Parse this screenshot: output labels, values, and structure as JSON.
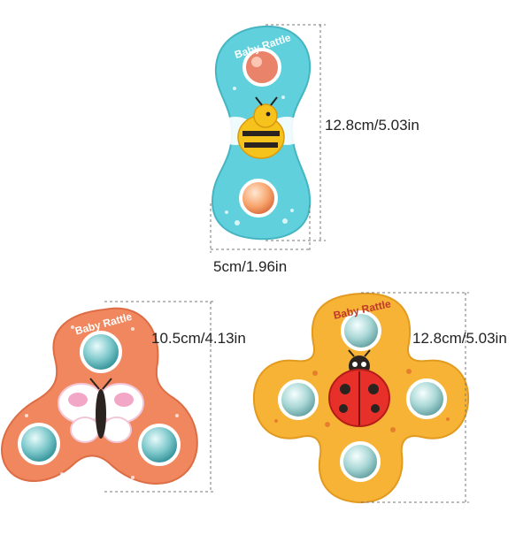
{
  "products": [
    {
      "id": "bee-spinner",
      "toy_text": "Baby Rattle",
      "height_label": "12.8cm/5.03in",
      "width_label": "5cm/1.96in",
      "body_color": "#5fd0dc",
      "character": "bee"
    },
    {
      "id": "butterfly-spinner",
      "toy_text": "Baby Rattle",
      "height_label": "10.5cm/4.13in",
      "body_color": "#f0875e",
      "character": "butterfly"
    },
    {
      "id": "ladybug-spinner",
      "toy_text": "Baby Rattle",
      "height_label": "12.8cm/5.03in",
      "body_color": "#f6b335",
      "character": "ladybug"
    }
  ]
}
